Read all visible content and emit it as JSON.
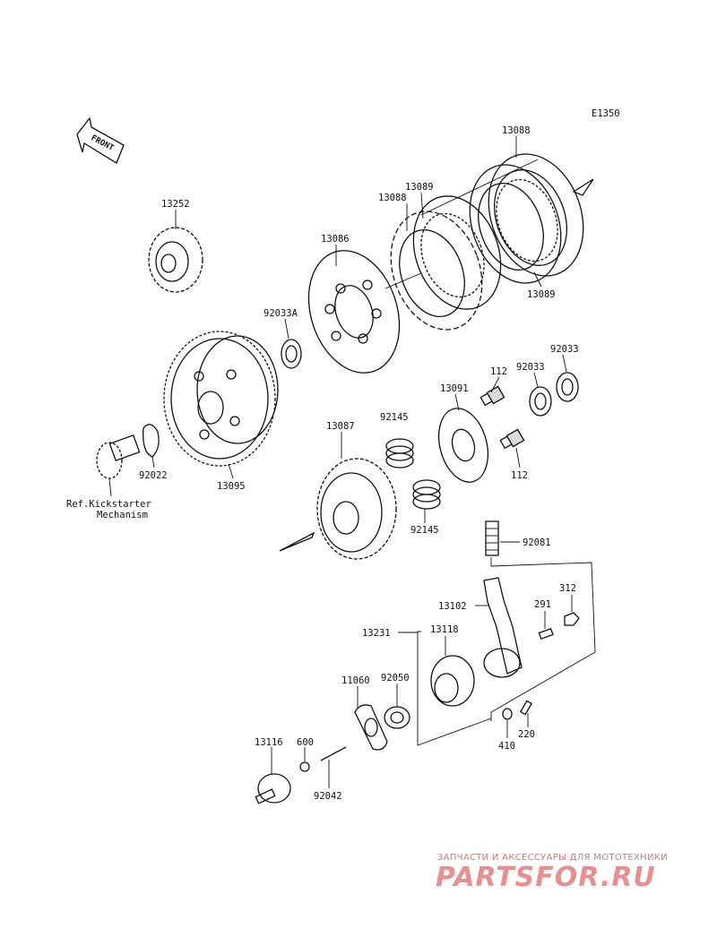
{
  "diagram_code": "E1350",
  "front_arrow_label": "FRONT",
  "reference_note_line1": "Ref.Kickstarter",
  "reference_note_line2": "Mechanism",
  "parts": [
    {
      "id": "p13088a",
      "number": "13088"
    },
    {
      "id": "p13089a",
      "number": "13089"
    },
    {
      "id": "p13088b",
      "number": "13088"
    },
    {
      "id": "p13089b",
      "number": "13089"
    },
    {
      "id": "p13252",
      "number": "13252"
    },
    {
      "id": "p13086",
      "number": "13086"
    },
    {
      "id": "p92033A",
      "number": "92033A"
    },
    {
      "id": "p112a",
      "number": "112"
    },
    {
      "id": "p92033a",
      "number": "92033"
    },
    {
      "id": "p92033b",
      "number": "92033"
    },
    {
      "id": "p13091",
      "number": "13091"
    },
    {
      "id": "p92145a",
      "number": "92145"
    },
    {
      "id": "p13087",
      "number": "13087"
    },
    {
      "id": "p112b",
      "number": "112"
    },
    {
      "id": "p92022",
      "number": "92022"
    },
    {
      "id": "p13095",
      "number": "13095"
    },
    {
      "id": "p92145b",
      "number": "92145"
    },
    {
      "id": "p92081",
      "number": "92081"
    },
    {
      "id": "p312",
      "number": "312"
    },
    {
      "id": "p13102",
      "number": "13102"
    },
    {
      "id": "p291",
      "number": "291"
    },
    {
      "id": "p13231",
      "number": "13231"
    },
    {
      "id": "p13118",
      "number": "13118"
    },
    {
      "id": "p11060",
      "number": "11060"
    },
    {
      "id": "p92050",
      "number": "92050"
    },
    {
      "id": "p410",
      "number": "410"
    },
    {
      "id": "p220",
      "number": "220"
    },
    {
      "id": "p13116",
      "number": "13116"
    },
    {
      "id": "p600",
      "number": "600"
    },
    {
      "id": "p92042",
      "number": "92042"
    }
  ],
  "watermark": {
    "tagline": "ЗАПЧАСТИ И АКСЕССУАРЫ ДЛЯ МОТОТЕХНИКИ",
    "logo": "PARTSFOR.RU"
  }
}
